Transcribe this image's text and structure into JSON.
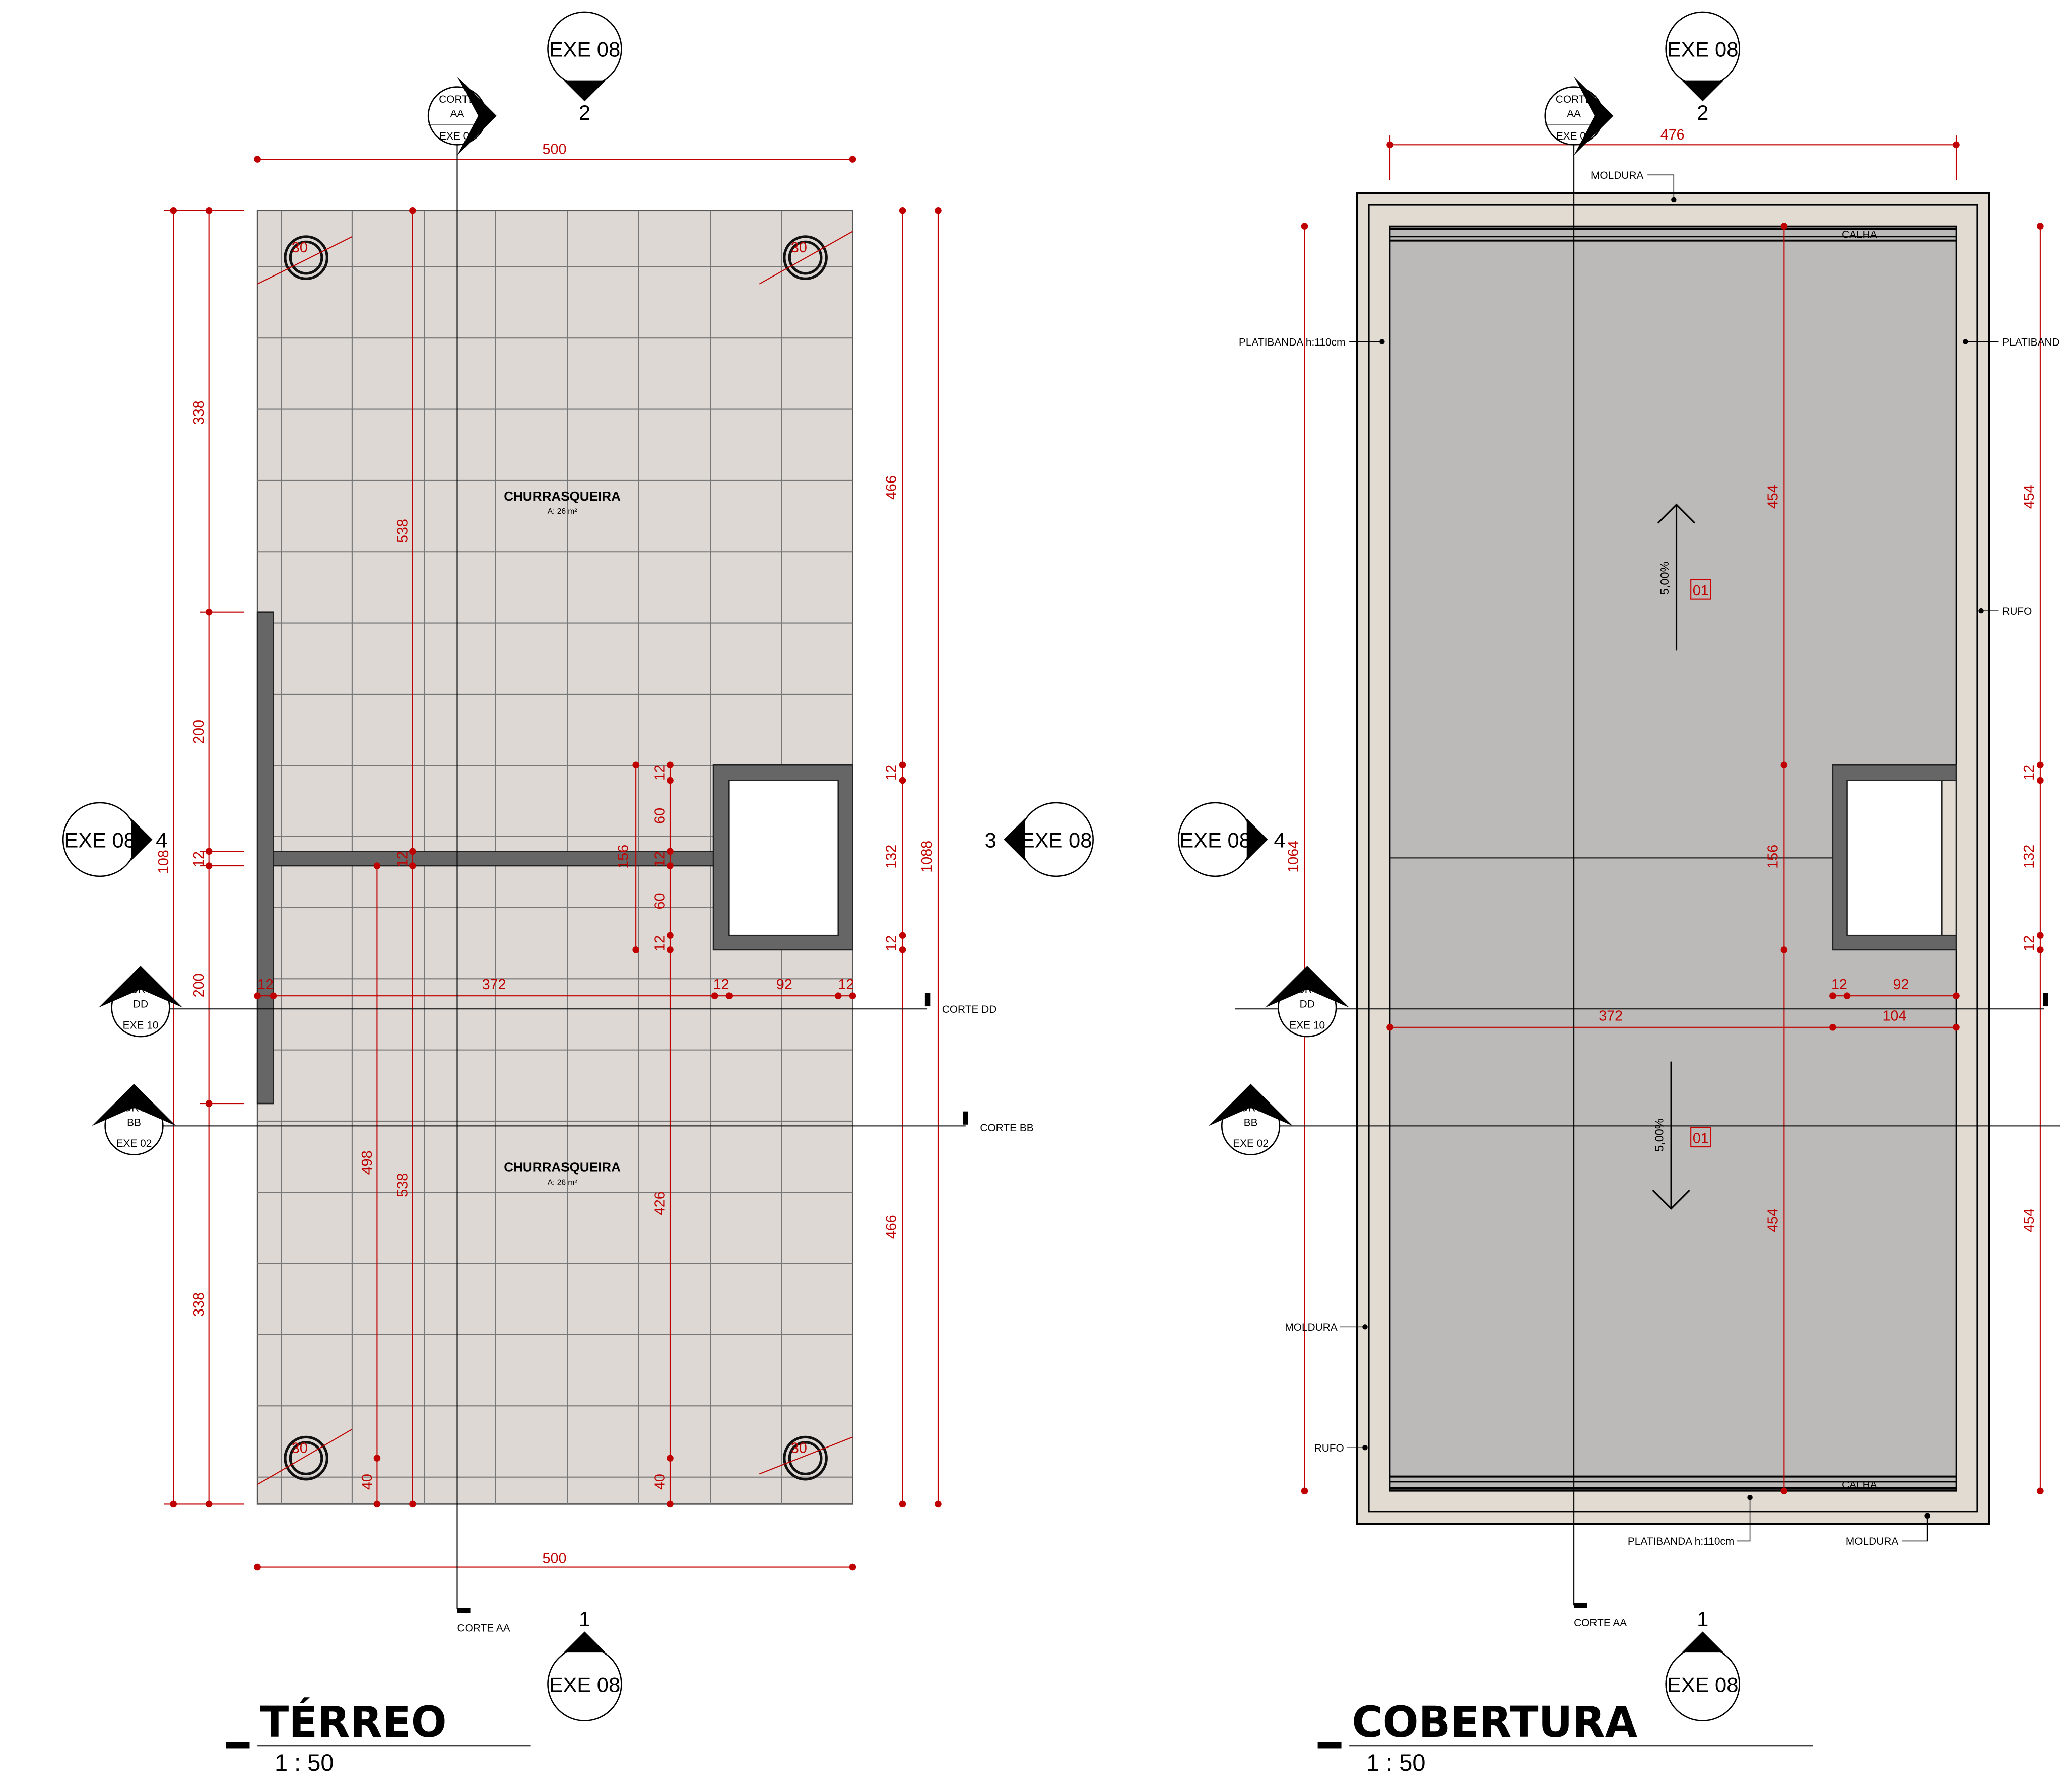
{
  "terreo": {
    "title": "TÉRREO",
    "scale": "1 : 50",
    "rooms": [
      {
        "name": "CHURRASQUEIRA",
        "area": "A: 26 m²"
      },
      {
        "name": "CHURRASQUEIRA",
        "area": "A: 26 m²"
      }
    ],
    "dims": {
      "top": "500",
      "bottom": "500",
      "l338a": "338",
      "l200a": "200",
      "l12": "12",
      "l200b": "200",
      "l338b": "338",
      "l1088l": "108",
      "c538a": "538",
      "c538b": "538",
      "c498": "498",
      "c40a": "40",
      "c12": "12",
      "c156": "156",
      "c60a": "60",
      "c60b": "60",
      "c12a": "12",
      "c12b": "12",
      "c12c": "12",
      "c426": "426",
      "c40b": "40",
      "r466a": "466",
      "r12a": "12",
      "r132": "132",
      "r12b": "12",
      "r466b": "466",
      "r1088": "1088",
      "h12a": "12",
      "h372": "372",
      "h12b": "12",
      "h92": "92",
      "h12c": "12",
      "col": "30"
    },
    "cut_labels": {
      "aa": "CORTE AA",
      "bb": "CORTE BB",
      "dd": "CORTE DD"
    }
  },
  "cobertura": {
    "title": "COBERTURA",
    "scale": "1 : 50",
    "notes": {
      "moldura_top": "MOLDURA",
      "calha_top": "CALHA",
      "platibanda_left": "PLATIBANDA h:110cm",
      "platibanda_right": "PLATIBANDA",
      "rufo_right": "RUFO",
      "moldura_left": "MOLDURA",
      "rufo_left": "RUFO",
      "calha_bottom": "CALHA",
      "platibanda_bottom": "PLATIBANDA h:110cm",
      "moldura_bottom": "MOLDURA"
    },
    "slope": "5,00%",
    "roof_tag": "01",
    "dims": {
      "top": "476",
      "l1064": "1064",
      "c454a": "454",
      "c156": "156",
      "c454b": "454",
      "r454a": "454",
      "r12a": "12",
      "r132": "132",
      "r12b": "12",
      "r454b": "454",
      "h12": "12",
      "h92": "92",
      "h372": "372",
      "h104": "104"
    },
    "cut_labels": {
      "aa": "CORTE AA"
    }
  },
  "markers": {
    "elev": "EXE 08",
    "n1": "1",
    "n2": "2",
    "n3": "3",
    "n4": "4",
    "corte_aa": [
      "CORTE",
      "AA",
      "EXE 02"
    ],
    "corte_bb": [
      "CORTE",
      "BB",
      "EXE 02"
    ],
    "corte_dd": [
      "CORTE",
      "DD",
      "EXE 10"
    ]
  }
}
